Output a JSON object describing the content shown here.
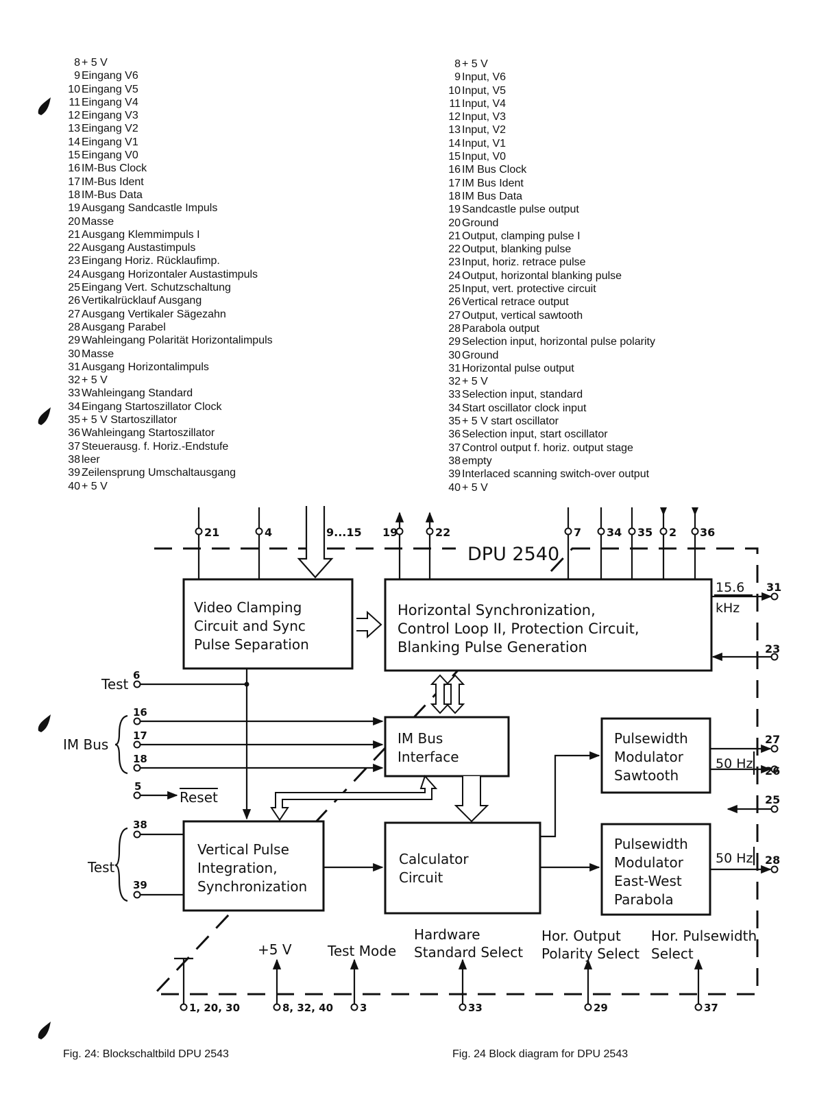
{
  "pins_de": [
    {
      "num": "8",
      "label": "+ 5 V"
    },
    {
      "num": "9",
      "label": "Eingang V6"
    },
    {
      "num": "10",
      "label": "Eingang V5"
    },
    {
      "num": "11",
      "label": "Eingang V4"
    },
    {
      "num": "12",
      "label": "Eingang V3"
    },
    {
      "num": "13",
      "label": "Eingang V2"
    },
    {
      "num": "14",
      "label": "Eingang V1"
    },
    {
      "num": "15",
      "label": "Eingang V0"
    },
    {
      "num": "16",
      "label": "IM-Bus Clock"
    },
    {
      "num": "17",
      "label": "IM-Bus Ident"
    },
    {
      "num": "18",
      "label": "IM-Bus Data"
    },
    {
      "num": "19",
      "label": "Ausgang Sandcastle Impuls"
    },
    {
      "num": "20",
      "label": "Masse"
    },
    {
      "num": "21",
      "label": "Ausgang Klemmimpuls I"
    },
    {
      "num": "22",
      "label": "Ausgang Austastimpuls"
    },
    {
      "num": "23",
      "label": "Eingang Horiz. Rücklaufimp."
    },
    {
      "num": "24",
      "label": "Ausgang Horizontaler Austastimpuls"
    },
    {
      "num": "25",
      "label": "Eingang Vert. Schutzschaltung"
    },
    {
      "num": "26",
      "label": "Vertikalrücklauf Ausgang"
    },
    {
      "num": "27",
      "label": "Ausgang Vertikaler Sägezahn"
    },
    {
      "num": "28",
      "label": "Ausgang Parabel"
    },
    {
      "num": "29",
      "label": "Wahleingang Polarität Horizontalimpuls"
    },
    {
      "num": "30",
      "label": "Masse"
    },
    {
      "num": "31",
      "label": "Ausgang Horizontalimpuls"
    },
    {
      "num": "32",
      "label": "+ 5 V"
    },
    {
      "num": "33",
      "label": "Wahleingang Standard"
    },
    {
      "num": "34",
      "label": "Eingang Startoszillator Clock"
    },
    {
      "num": "35",
      "label": "+ 5 V Startoszillator"
    },
    {
      "num": "36",
      "label": "Wahleingang Startoszillator"
    },
    {
      "num": "37",
      "label": "Steuerausg. f. Horiz.-Endstufe"
    },
    {
      "num": "38",
      "label": "leer"
    },
    {
      "num": "39",
      "label": "Zeilensprung Umschaltausgang"
    },
    {
      "num": "40",
      "label": "+ 5 V"
    }
  ],
  "pins_en": [
    {
      "num": "8",
      "label": "+ 5 V"
    },
    {
      "num": "9",
      "label": "Input, V6"
    },
    {
      "num": "10",
      "label": "Input, V5"
    },
    {
      "num": "11",
      "label": "Input, V4"
    },
    {
      "num": "12",
      "label": "Input, V3"
    },
    {
      "num": "13",
      "label": "Input, V2"
    },
    {
      "num": "14",
      "label": "Input, V1"
    },
    {
      "num": "15",
      "label": "Input, V0"
    },
    {
      "num": "16",
      "label": "IM Bus Clock"
    },
    {
      "num": "17",
      "label": "IM Bus Ident"
    },
    {
      "num": "18",
      "label": "IM Bus Data"
    },
    {
      "num": "19",
      "label": "Sandcastle pulse output"
    },
    {
      "num": "20",
      "label": "Ground"
    },
    {
      "num": "21",
      "label": "Output, clamping pulse I"
    },
    {
      "num": "22",
      "label": "Output, blanking pulse"
    },
    {
      "num": "23",
      "label": "Input, horiz. retrace pulse"
    },
    {
      "num": "24",
      "label": "Output, horizontal blanking pulse"
    },
    {
      "num": "25",
      "label": "Input, vert. protective circuit"
    },
    {
      "num": "26",
      "label": "Vertical retrace output"
    },
    {
      "num": "27",
      "label": "Output, vertical sawtooth"
    },
    {
      "num": "28",
      "label": "Parabola output"
    },
    {
      "num": "29",
      "label": "Selection input, horizontal pulse polarity"
    },
    {
      "num": "30",
      "label": "Ground"
    },
    {
      "num": "31",
      "label": "Horizontal pulse output"
    },
    {
      "num": "32",
      "label": "+ 5 V"
    },
    {
      "num": "33",
      "label": "Selection input, standard"
    },
    {
      "num": "34",
      "label": "Start oscillator clock input"
    },
    {
      "num": "35",
      "label": "+ 5 V start oscillator"
    },
    {
      "num": "36",
      "label": "Selection input, start oscillator"
    },
    {
      "num": "37",
      "label": "Control output f. horiz. output stage"
    },
    {
      "num": "38",
      "label": "empty"
    },
    {
      "num": "39",
      "label": "Interlaced scanning switch-over output"
    },
    {
      "num": "40",
      "label": "+ 5 V"
    }
  ],
  "diagram": {
    "chip": "DPU 2540",
    "blocks": {
      "video": [
        "Video Clamping",
        "Circuit and Sync",
        "Pulse Separation"
      ],
      "horiz": [
        "Horizontal Synchronization,",
        "Control Loop II, Protection Circuit,",
        "Blanking Pulse Generation"
      ],
      "imbus": [
        "IM Bus",
        "Interface"
      ],
      "vert": [
        "Vertical Pulse",
        "Integration,",
        "Synchronization"
      ],
      "calc": [
        "Calculator",
        "Circuit"
      ],
      "pwm_saw": [
        "Pulsewidth",
        "Modulator",
        "Sawtooth"
      ],
      "pwm_ew": [
        "Pulsewidth",
        "Modulator",
        "East-West",
        "Parabola"
      ]
    },
    "top_pins": {
      "p21": "21",
      "p4": "4",
      "p9_15": "9...15",
      "p19": "19",
      "p22": "22",
      "p7": "7",
      "p34": "34",
      "p35": "35",
      "p2": "2",
      "p36": "36"
    },
    "right_pins": {
      "p31": "31",
      "p23": "23",
      "p27": "27",
      "p26": "26",
      "p25": "25",
      "p28": "28"
    },
    "left_pins": {
      "p6": "6",
      "p16": "16",
      "p17": "17",
      "p18": "18",
      "p5": "5",
      "p38": "38",
      "p39": "39"
    },
    "bottom_pins": {
      "gnd": "1, 20, 30",
      "vcc": "8, 32, 40",
      "test": "3",
      "std": "33",
      "pol": "29",
      "pw": "37"
    },
    "labels": {
      "freq_h": "15.6",
      "freq_h_unit": "kHz",
      "freq_v1": "50 Hz",
      "freq_v2": "50 Hz",
      "test1": "Test",
      "imbus": "IM Bus",
      "reset": "Reset",
      "test2": "Test",
      "plus5v": "+5 V",
      "testmode": "Test Mode",
      "hw_std_1": "Hardware",
      "hw_std_2": "Standard Select",
      "hor_out_1": "Hor. Output",
      "hor_out_2": "Polarity Select",
      "hor_pw_1": "Hor. Pulsewidth",
      "hor_pw_2": "Select"
    }
  },
  "captions": {
    "de": "Fig. 24: Blockschaltbild DPU 2543",
    "en": "Fig. 24 Block diagram for DPU 2543"
  }
}
